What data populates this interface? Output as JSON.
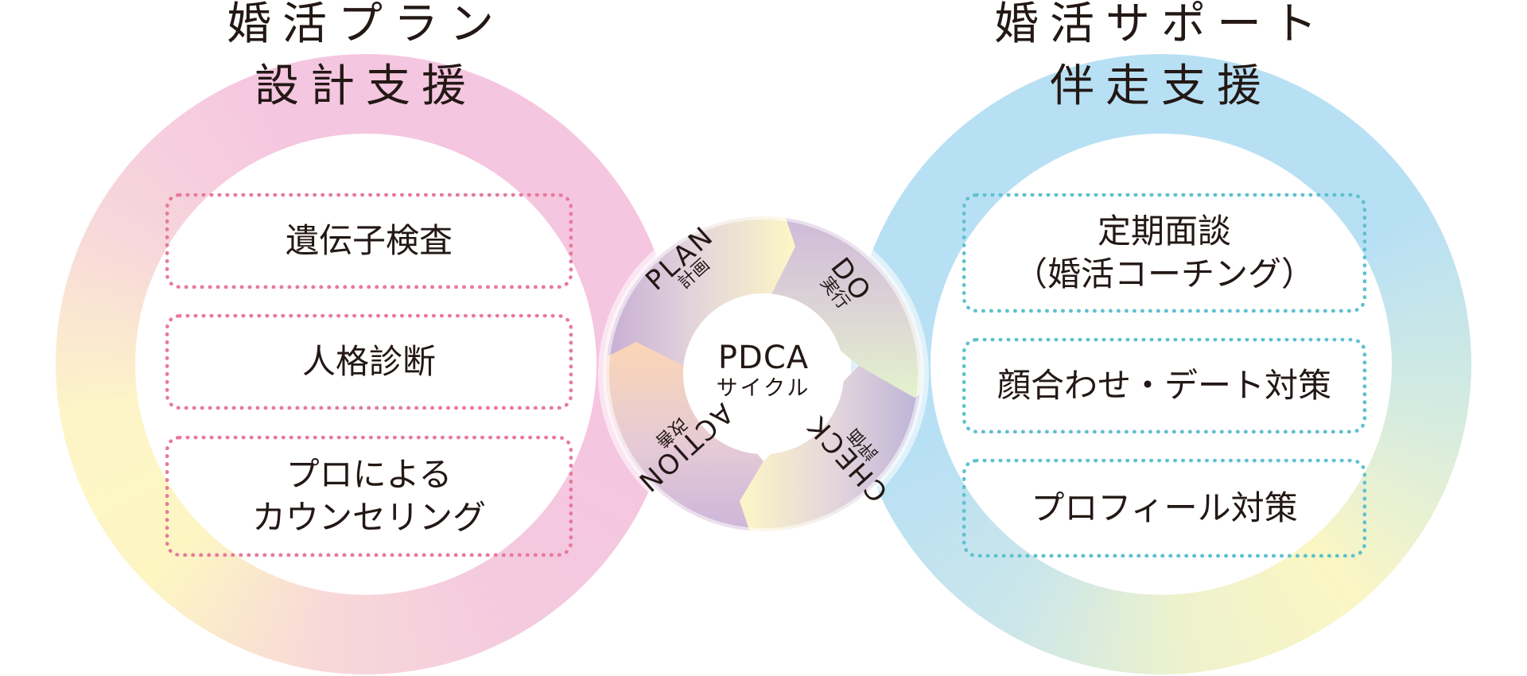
{
  "left_panel": {
    "title_line1": "婚活プラン",
    "title_line2": "設計支援",
    "ring_colors": {
      "top": "#f5c6e0",
      "bottom_left": "#fdf6c3",
      "bottom_right": "#f6cfe0"
    },
    "box_border_color": "#e8799c",
    "items": [
      {
        "lines": [
          "遺伝子検査"
        ]
      },
      {
        "lines": [
          "人格診断"
        ]
      },
      {
        "lines": [
          "プロによる",
          "カウンセリング"
        ]
      }
    ]
  },
  "right_panel": {
    "title_line1": "婚活サポート",
    "title_line2": "伴走支援",
    "ring_colors": {
      "top": "#b8e0f4",
      "bottom_right": "#fbf6c4",
      "bottom_left": "#bfe2f1"
    },
    "box_border_color": "#5fc1cf",
    "items": [
      {
        "lines": [
          "定期面談",
          "（婚活コーチング）"
        ]
      },
      {
        "lines": [
          "顔合わせ・デート対策"
        ]
      },
      {
        "lines": [
          "プロフィール対策"
        ]
      }
    ]
  },
  "pdca": {
    "center_line1": "PDCA",
    "center_line2": "サイクル",
    "segments": [
      {
        "en": "PLAN",
        "ja": "計画",
        "colors": [
          "#c3a9d4",
          "#fdf7c6"
        ]
      },
      {
        "en": "DO",
        "ja": "実行",
        "colors": [
          "#c9b3d9",
          "#e2f1cd"
        ]
      },
      {
        "en": "CHECK",
        "ja": "評価",
        "colors": [
          "#b8acd6",
          "#fdf6c6"
        ]
      },
      {
        "en": "ACTION",
        "ja": "改善",
        "colors": [
          "#fbd8b8",
          "#c9b3d9"
        ]
      }
    ]
  }
}
